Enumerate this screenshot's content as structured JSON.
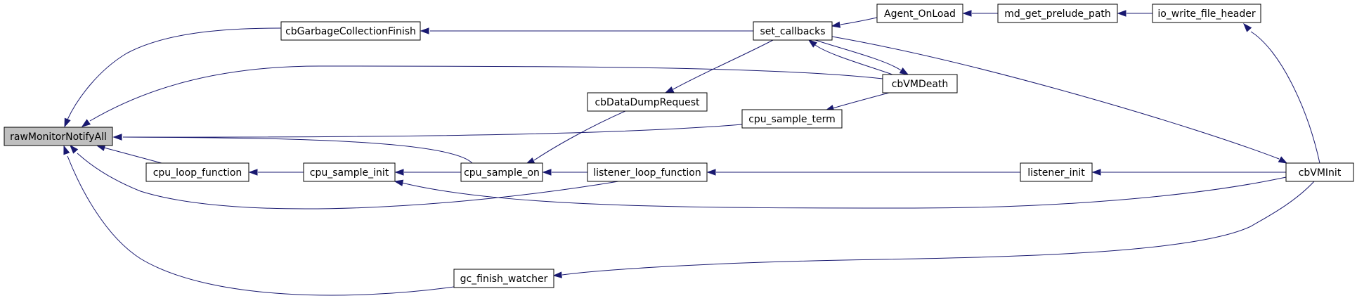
{
  "diagram": {
    "nodes": [
      {
        "id": "rawMonitorNotifyAll",
        "label": "rawMonitorNotifyAll",
        "highlight": true
      },
      {
        "id": "cbGarbageCollectionFinish",
        "label": "cbGarbageCollectionFinish"
      },
      {
        "id": "cpu_loop_function",
        "label": "cpu_loop_function"
      },
      {
        "id": "cpu_sample_init",
        "label": "cpu_sample_init"
      },
      {
        "id": "cpu_sample_on",
        "label": "cpu_sample_on"
      },
      {
        "id": "cbDataDumpRequest",
        "label": "cbDataDumpRequest"
      },
      {
        "id": "listener_loop_function",
        "label": "listener_loop_function"
      },
      {
        "id": "set_callbacks",
        "label": "set_callbacks"
      },
      {
        "id": "cpu_sample_term",
        "label": "cpu_sample_term"
      },
      {
        "id": "Agent_OnLoad",
        "label": "Agent_OnLoad"
      },
      {
        "id": "cbVMDeath",
        "label": "cbVMDeath"
      },
      {
        "id": "md_get_prelude_path",
        "label": "md_get_prelude_path"
      },
      {
        "id": "listener_init",
        "label": "listener_init"
      },
      {
        "id": "io_write_file_header",
        "label": "io_write_file_header"
      },
      {
        "id": "cbVMInit",
        "label": "cbVMInit"
      },
      {
        "id": "gc_finish_watcher",
        "label": "gc_finish_watcher"
      }
    ],
    "edges": [
      {
        "from": "cbGarbageCollectionFinish",
        "to": "rawMonitorNotifyAll"
      },
      {
        "from": "cbVMDeath",
        "to": "rawMonitorNotifyAll"
      },
      {
        "from": "cpu_sample_term",
        "to": "rawMonitorNotifyAll"
      },
      {
        "from": "cpu_sample_on",
        "to": "rawMonitorNotifyAll"
      },
      {
        "from": "cpu_loop_function",
        "to": "rawMonitorNotifyAll"
      },
      {
        "from": "listener_loop_function",
        "to": "rawMonitorNotifyAll"
      },
      {
        "from": "gc_finish_watcher",
        "to": "rawMonitorNotifyAll"
      },
      {
        "from": "set_callbacks",
        "to": "cbGarbageCollectionFinish"
      },
      {
        "from": "cpu_sample_init",
        "to": "cpu_loop_function"
      },
      {
        "from": "cpu_sample_on",
        "to": "cpu_sample_init"
      },
      {
        "from": "cbVMInit",
        "to": "cpu_sample_init"
      },
      {
        "from": "cbDataDumpRequest",
        "to": "cpu_sample_on"
      },
      {
        "from": "listener_loop_function",
        "to": "cpu_sample_on"
      },
      {
        "from": "set_callbacks",
        "to": "cbDataDumpRequest"
      },
      {
        "from": "listener_init",
        "to": "listener_loop_function"
      },
      {
        "from": "Agent_OnLoad",
        "to": "set_callbacks"
      },
      {
        "from": "cbVMDeath",
        "to": "set_callbacks"
      },
      {
        "from": "set_callbacks",
        "to": "cbVMDeath"
      },
      {
        "from": "cbVMDeath",
        "to": "cpu_sample_term"
      },
      {
        "from": "md_get_prelude_path",
        "to": "Agent_OnLoad"
      },
      {
        "from": "io_write_file_header",
        "to": "md_get_prelude_path"
      },
      {
        "from": "cbVMInit",
        "to": "io_write_file_header"
      },
      {
        "from": "set_callbacks",
        "to": "cbVMInit"
      },
      {
        "from": "cbVMInit",
        "to": "listener_init"
      },
      {
        "from": "cbVMInit",
        "to": "gc_finish_watcher"
      }
    ]
  }
}
